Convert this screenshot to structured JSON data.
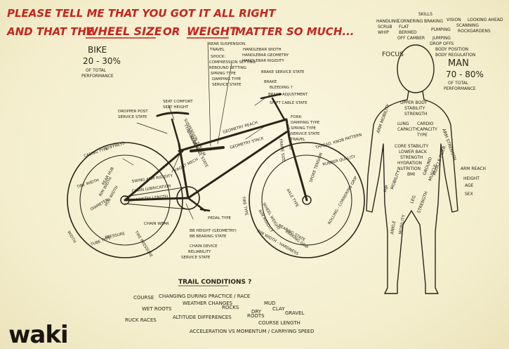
{
  "headline": {
    "line1": "PLEASE TELL ME THAT YOU GOT IT ALL RIGHT",
    "line2_prefix": "AND THAT THE",
    "line2_wheel_size": "WHEEL SIZE",
    "line2_or": "OR",
    "line2_weight": "WEIGHT",
    "line2_suffix": "MATTER SO MUCH..."
  },
  "bike_block": {
    "title": "BIKE",
    "pct": "20 - 30%",
    "sub1": "OF TOTAL",
    "sub2": "PERFORMANCE"
  },
  "man_block": {
    "title": "MAN",
    "pct": "70 - 80%",
    "sub1": "OF TOTAL",
    "sub2": "PERFORMANCE"
  },
  "bike_labels": [
    "REAR SUSPENSION",
    "TRAVEL",
    "SHOCK:",
    "COMPRESSION SETTING",
    "REBOUND SETTING",
    "SPRING TYPE",
    "DAMPING TYPE",
    "SERVICE STATE",
    "HANDLEBAR WIDTH",
    "HANDLEBAR GEOMETRY",
    "HANDLEBAR RIGIDITY",
    "BRAKE SERVICE STATE",
    "BRAKE",
    "BLEEDING ?",
    "BRAKE ADJUSTMENT",
    "SHIFT CABLE STATE",
    "SEAT COMFORT",
    "SEAT HEIGHT",
    "DROPPER POST",
    "SERVICE STATE",
    "SUSPENSION SYSTEM",
    "TYPE",
    "LINKAGE",
    "BEARINGS",
    "SERVICE STATE",
    "GEOMETRY REACH",
    "GEOMETRY STACK",
    "HEAD ANGLE",
    "FRAME SIZE",
    "FORK:",
    "DAMPING TYPE",
    "SPRING TYPE",
    "SERVICE STATE",
    "TRAVEL",
    "THREAD, KNOB PATTERN",
    "RUBBER QUALITY",
    "TIRE WIDTH",
    "CASING TYPE",
    "STIFFNESS",
    "SWING ARM RIGIDITY",
    "CHAIN LUBRICATION",
    "CHAINSTAY LENGTH",
    "CHAIN WEAR",
    "FRONT MECH",
    "BB HEIGHT (GEOMETRY)",
    "BB BEARING STATE",
    "PEDAL TYPE",
    "CHAIN DEVICE",
    "RELIABILITY",
    "SERVICE STATE",
    "REAR HUB",
    "RIM WIDTH",
    "HUB WIDTH",
    "DIAMETER",
    "SPOKE TENSION",
    "AXLE TYPE",
    "RIM RIGIDITY",
    "WHEEL WEIGHT",
    "TIRE TYPE",
    "TIRE PRESSURE",
    "BEARING STATE",
    "BRAKING GRIP",
    "PRESSURE",
    "TUBE TYPE",
    "WIDTH",
    "RIM WIDTH - HARDNESS",
    "ROLLING - CORNERING GRIP"
  ],
  "man_labels": {
    "skills_title": "SKILLS",
    "skills": [
      "HANDLING",
      "SCRUB",
      "WHIP",
      "CORNERING",
      "FLAT",
      "BERMED",
      "OFF CAMBER",
      "BRAKING",
      "PUMPING",
      "JUMPING",
      "VISION",
      "LOOKING AHEAD",
      "SCANNING",
      "ROCKGARDENS",
      "DROP OFFS",
      "BODY POSITION",
      "BODY REGULATION",
      "FOCUS"
    ],
    "body": [
      "UPPER BODY",
      "STABILITY",
      "STRENGTH",
      "ARM MOBILITY",
      "ARM STRENGTH",
      "LUNG",
      "CAPACITY",
      "CARDIO",
      "CAPACITY",
      "TYPE",
      "CORE STABILITY",
      "LOWER BACK",
      "STRENGTH",
      "HYDRATION",
      "NUTRITION",
      "BMI",
      "HIP",
      "MOBILITY",
      "LEG",
      "STRENGTH",
      "ANKLE",
      "MOBILITY",
      "MUSCLE",
      "GROUND",
      "ARM REACH",
      "HEIGHT",
      "AGE",
      "SEX",
      "MUSCLE FIBER"
    ]
  },
  "trail": {
    "title": "TRAIL CONDITIONS ?",
    "items": [
      "COURSE",
      "CHANGING DURING PRACTICE / RACE",
      "WEATHER CHANGES",
      "WET ROOTS",
      "ROCKS",
      "MUD",
      "CLAY",
      "DRY",
      "ROOTS",
      "GRAVEL",
      "ALTITUDE DIFFERENCES",
      "RUCK RACES",
      "COURSE LENGTH",
      "ACCELERATION VS MOMENTUM / CARRYING SPEED"
    ]
  },
  "logo": {
    "text": "waki"
  },
  "colors": {
    "paper": "#f6f1d6",
    "ink": "#2b2418",
    "accent_red": "#c8231b"
  }
}
